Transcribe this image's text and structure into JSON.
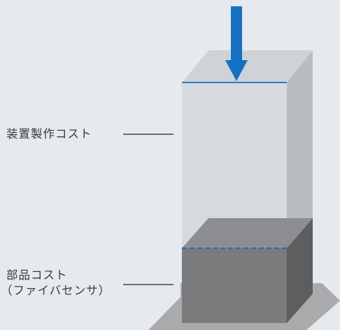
{
  "labels": {
    "device_cost": "装置製作コスト",
    "parts_cost_line1": "部品コスト",
    "parts_cost_line2": "（ファイバセンサ）"
  },
  "colors": {
    "background": "#e6e9ed",
    "arrow": "#1670c1",
    "upper_block_front": "#d6d9de",
    "lower_block_front": "#7a7b7c",
    "floor": "#a9aaac",
    "leader_line": "#444444"
  },
  "icons": {
    "down_arrow": "down-arrow-icon"
  }
}
